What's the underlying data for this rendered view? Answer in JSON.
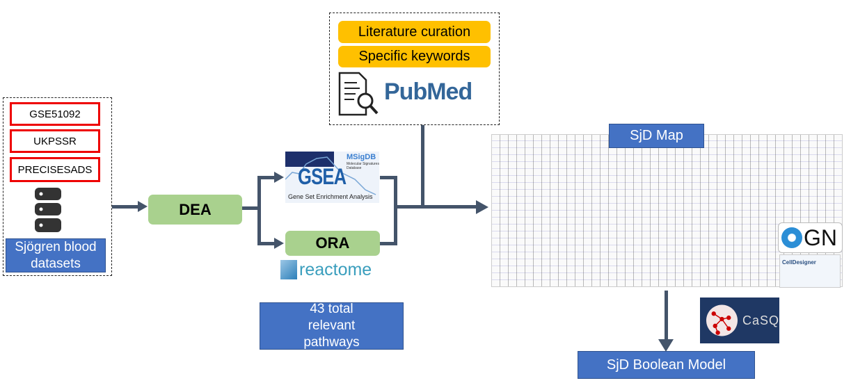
{
  "datasets": {
    "items": [
      "GSE51092",
      "UKPSSR",
      "PRECISESADS"
    ],
    "label": "Sjögren blood datasets"
  },
  "dea": "DEA",
  "gsea": {
    "title": "GSEA",
    "subtitle": "Gene Set Enrichment Analysis",
    "msigdb": "MSigDB",
    "msigdb_sub": "Molecular Signatures Database"
  },
  "ora": "ORA",
  "reactome": "reactome",
  "pathways": "43 total relevant pathways",
  "literature": {
    "items": [
      "Literature curation",
      "Specific keywords"
    ],
    "pubmed": "PubMed"
  },
  "map": {
    "label": "SjD Map",
    "sbgn": "GN",
    "celldesigner": "CellDesigner"
  },
  "casq": "CaSQ",
  "boolean": "SjD Boolean Model",
  "colors": {
    "blue": "#4472c4",
    "green": "#a9d18e",
    "orange": "#ffc000",
    "red": "#ee0000",
    "arrow": "#44546a"
  }
}
